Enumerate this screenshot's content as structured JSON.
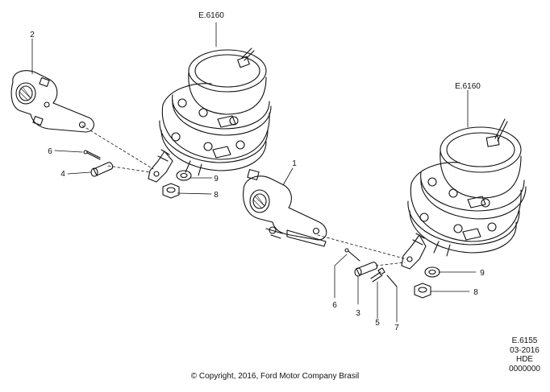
{
  "callouts": {
    "assembly_left": "E.6160",
    "assembly_right": "E.6160",
    "part_2": "2",
    "part_6_left": "6",
    "part_4": "4",
    "part_9_left": "9",
    "part_8_left": "8",
    "part_1": "1",
    "part_9_right": "9",
    "part_8_right": "8",
    "part_6_right": "6",
    "part_3": "3",
    "part_5": "5",
    "part_7": "7"
  },
  "metadata": {
    "figure_code": "E.6155",
    "date": "03-2016",
    "region": "HDE",
    "number": "0000000"
  },
  "copyright": "© Copyright, 2016, Ford Motor Company Brasil"
}
